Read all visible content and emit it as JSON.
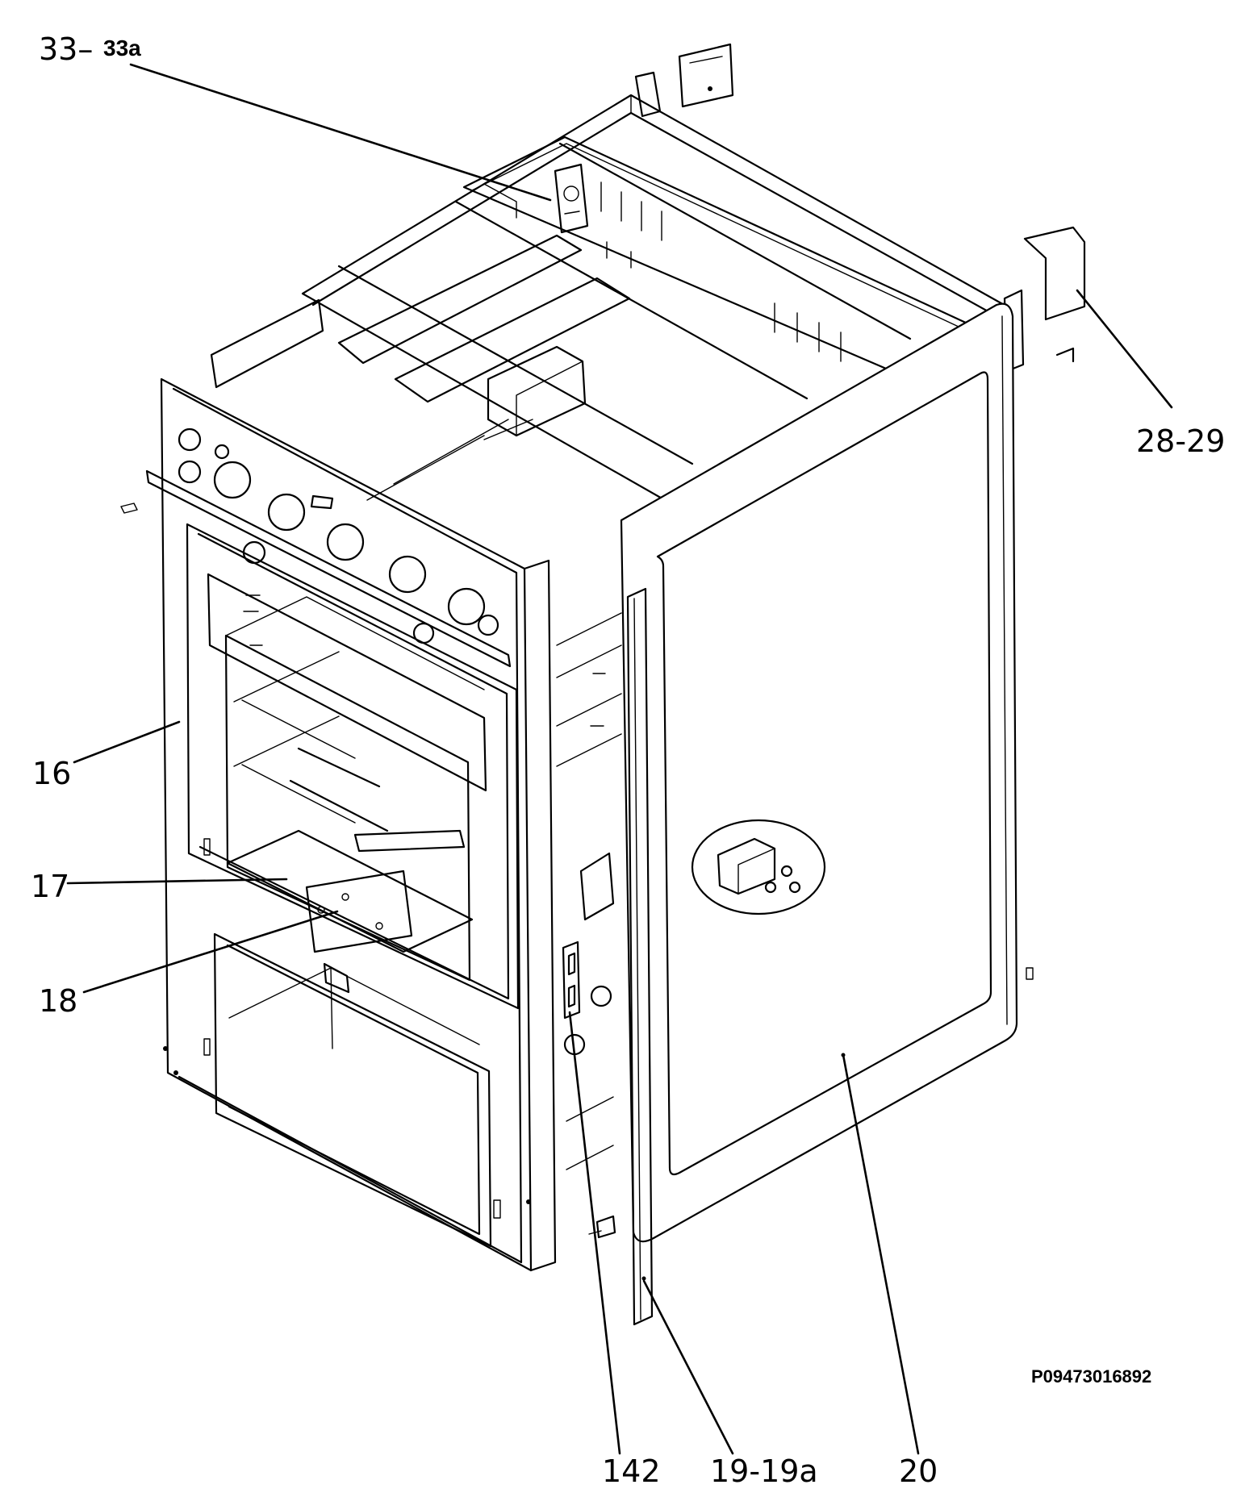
{
  "callouts": {
    "c33": "33–",
    "c33a": "33a",
    "c28": "28-29",
    "c16": "16",
    "c17": "17",
    "c18": "18",
    "c142": "142",
    "c19": "19-19a",
    "c20": "20"
  },
  "drawing_code": "P09473016892"
}
